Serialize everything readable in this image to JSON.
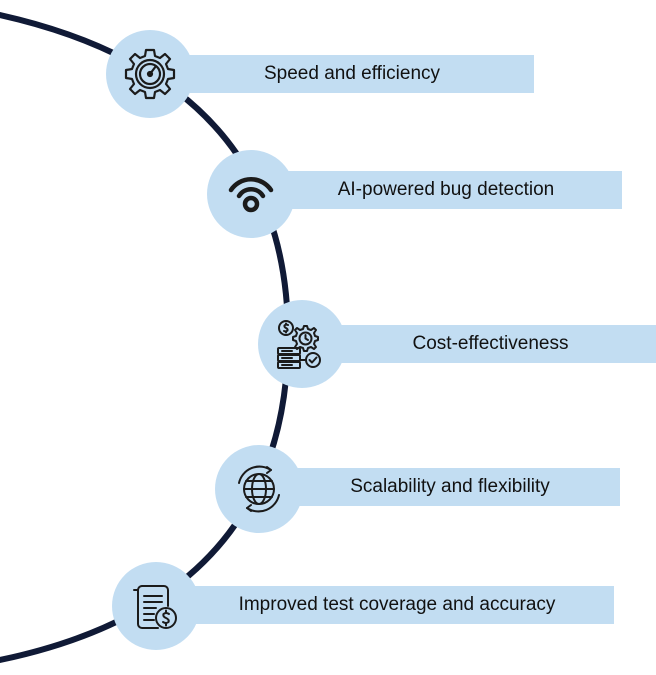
{
  "colors": {
    "arc": "#101a36",
    "bubble": "#c2ddf2",
    "icon": "#1b1b1b",
    "text": "#111111"
  },
  "benefits": [
    {
      "label": "Speed and efficiency",
      "icon": "speedometer-gear-icon"
    },
    {
      "label": "AI-powered bug detection",
      "icon": "ai-signal-eye-icon"
    },
    {
      "label": "Cost-effectiveness",
      "icon": "cost-server-clock-icon"
    },
    {
      "label": "Scalability and flexibility",
      "icon": "globe-refresh-icon"
    },
    {
      "label": "Improved test coverage and accuracy",
      "icon": "document-dollar-icon"
    }
  ]
}
